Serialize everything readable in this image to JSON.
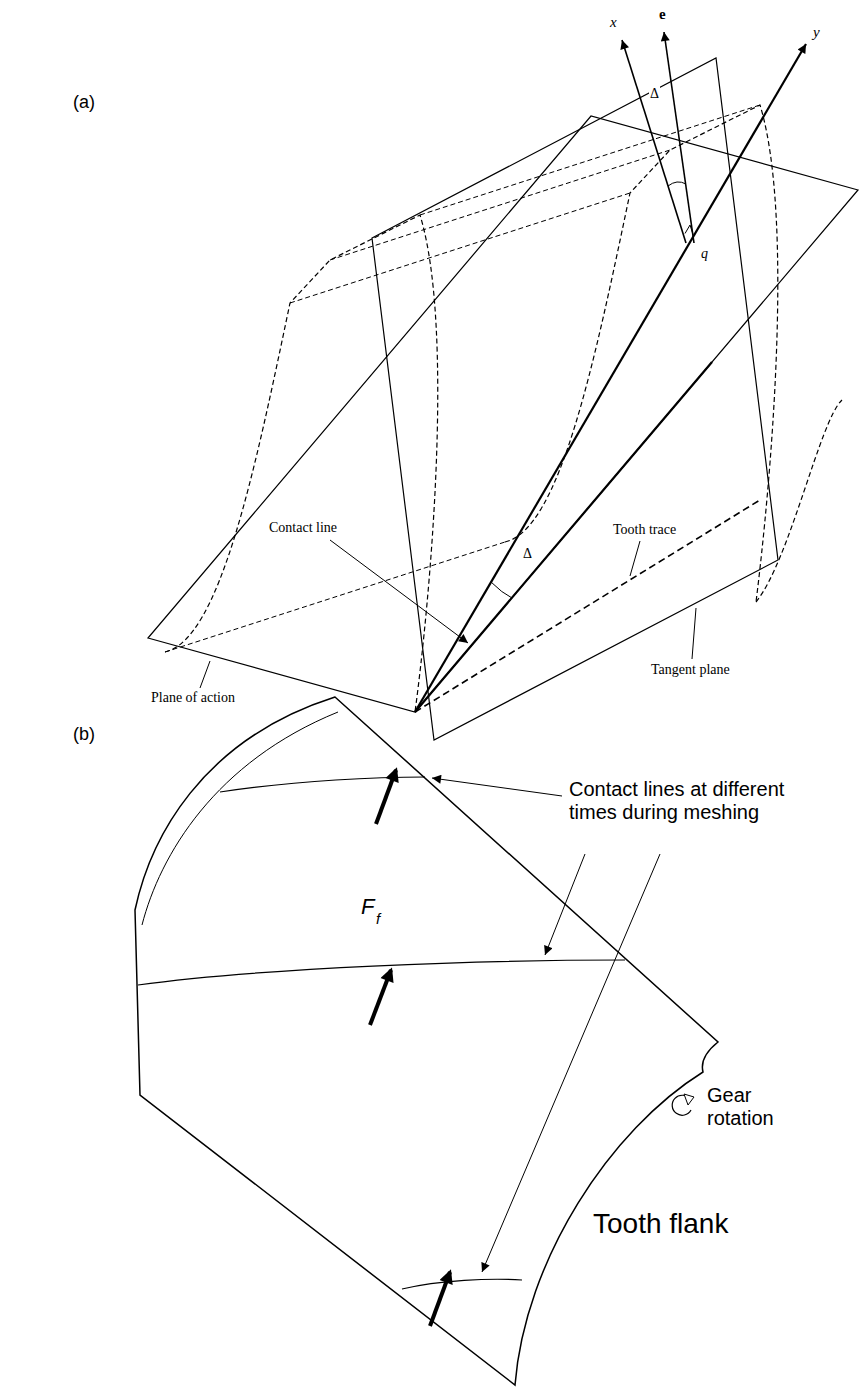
{
  "diagram": {
    "labels": [
      "(a)",
      "x",
      "e",
      "y",
      "Δ",
      "q",
      "Contact line",
      "Δ",
      "Tooth trace",
      "Plane of action",
      "Tangent plane",
      "(b)",
      "Contact lines at different times during meshing",
      "F",
      "f",
      "Gear rotation",
      "Tooth flank"
    ]
  }
}
